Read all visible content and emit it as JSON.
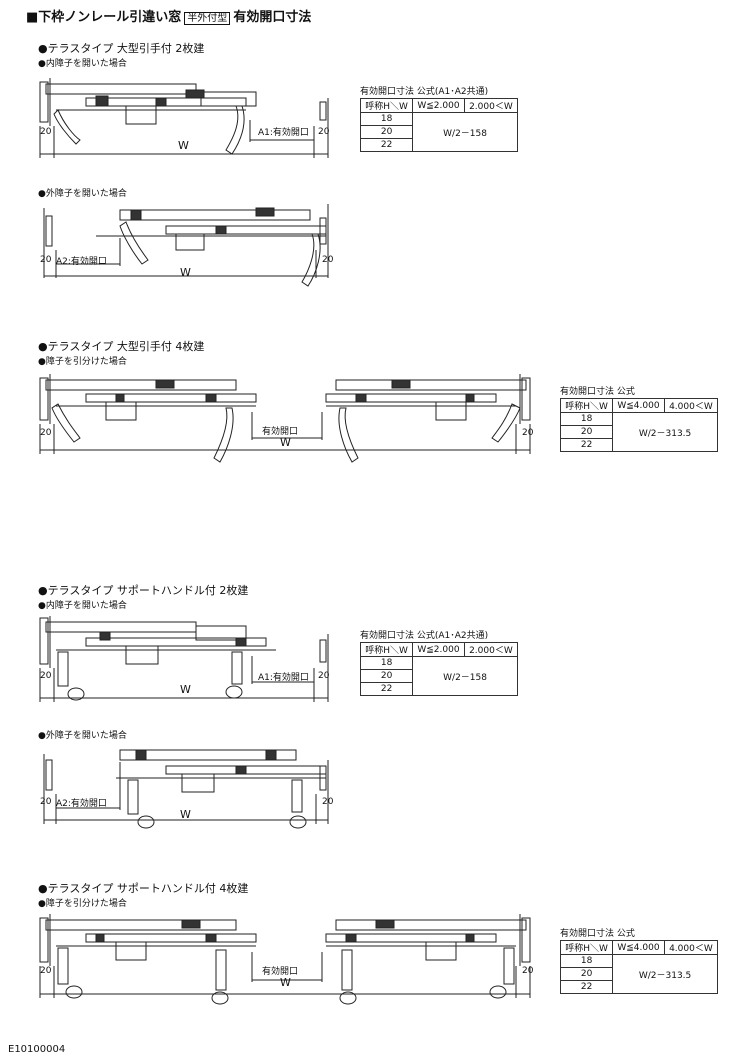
{
  "page": {
    "title": "下枠ノンレール引違い窓",
    "title_badge": "半外付型",
    "title_suffix": "有効開口寸法",
    "code": "E10100004"
  },
  "sections": [
    {
      "heading": "●テラスタイプ 大型引手付 2枚建",
      "views": [
        {
          "caption": "●内障子を開いた場合",
          "left_dim": "20",
          "right_dim": "20",
          "opening": "A1:有効開口",
          "w": "W"
        },
        {
          "caption": "●外障子を開いた場合",
          "left_dim": "20",
          "right_dim": "20",
          "opening": "A2:有効開口",
          "w": "W"
        }
      ],
      "table": {
        "caption": "有効開口寸法 公式(A1･A2共通)",
        "headers": [
          "呼称H＼W",
          "W≦2.000",
          "2.000＜W"
        ],
        "rows": [
          "18",
          "20",
          "22"
        ],
        "formula": "W/2－158"
      }
    },
    {
      "heading": "●テラスタイプ 大型引手付 4枚建",
      "views": [
        {
          "caption": "●障子を引分けた場合",
          "left_dim": "20",
          "right_dim": "20",
          "opening": "有効開口",
          "w": "W"
        }
      ],
      "table": {
        "caption": "有効開口寸法 公式",
        "headers": [
          "呼称H＼W",
          "W≦4.000",
          "4.000＜W"
        ],
        "rows": [
          "18",
          "20",
          "22"
        ],
        "formula": "W/2－313.5"
      }
    },
    {
      "heading": "●テラスタイプ サポートハンドル付 2枚建",
      "views": [
        {
          "caption": "●内障子を開いた場合",
          "left_dim": "20",
          "right_dim": "20",
          "opening": "A1:有効開口",
          "w": "W"
        },
        {
          "caption": "●外障子を開いた場合",
          "left_dim": "20",
          "right_dim": "20",
          "opening": "A2:有効開口",
          "w": "W"
        }
      ],
      "table": {
        "caption": "有効開口寸法 公式(A1･A2共通)",
        "headers": [
          "呼称H＼W",
          "W≦2.000",
          "2.000＜W"
        ],
        "rows": [
          "18",
          "20",
          "22"
        ],
        "formula": "W/2－158"
      }
    },
    {
      "heading": "●テラスタイプ サポートハンドル付 4枚建",
      "views": [
        {
          "caption": "●障子を引分けた場合",
          "left_dim": "20",
          "right_dim": "20",
          "opening": "有効開口",
          "w": "W"
        }
      ],
      "table": {
        "caption": "有効開口寸法 公式",
        "headers": [
          "呼称H＼W",
          "W≦4.000",
          "4.000＜W"
        ],
        "rows": [
          "18",
          "20",
          "22"
        ],
        "formula": "W/2－313.5"
      }
    }
  ]
}
